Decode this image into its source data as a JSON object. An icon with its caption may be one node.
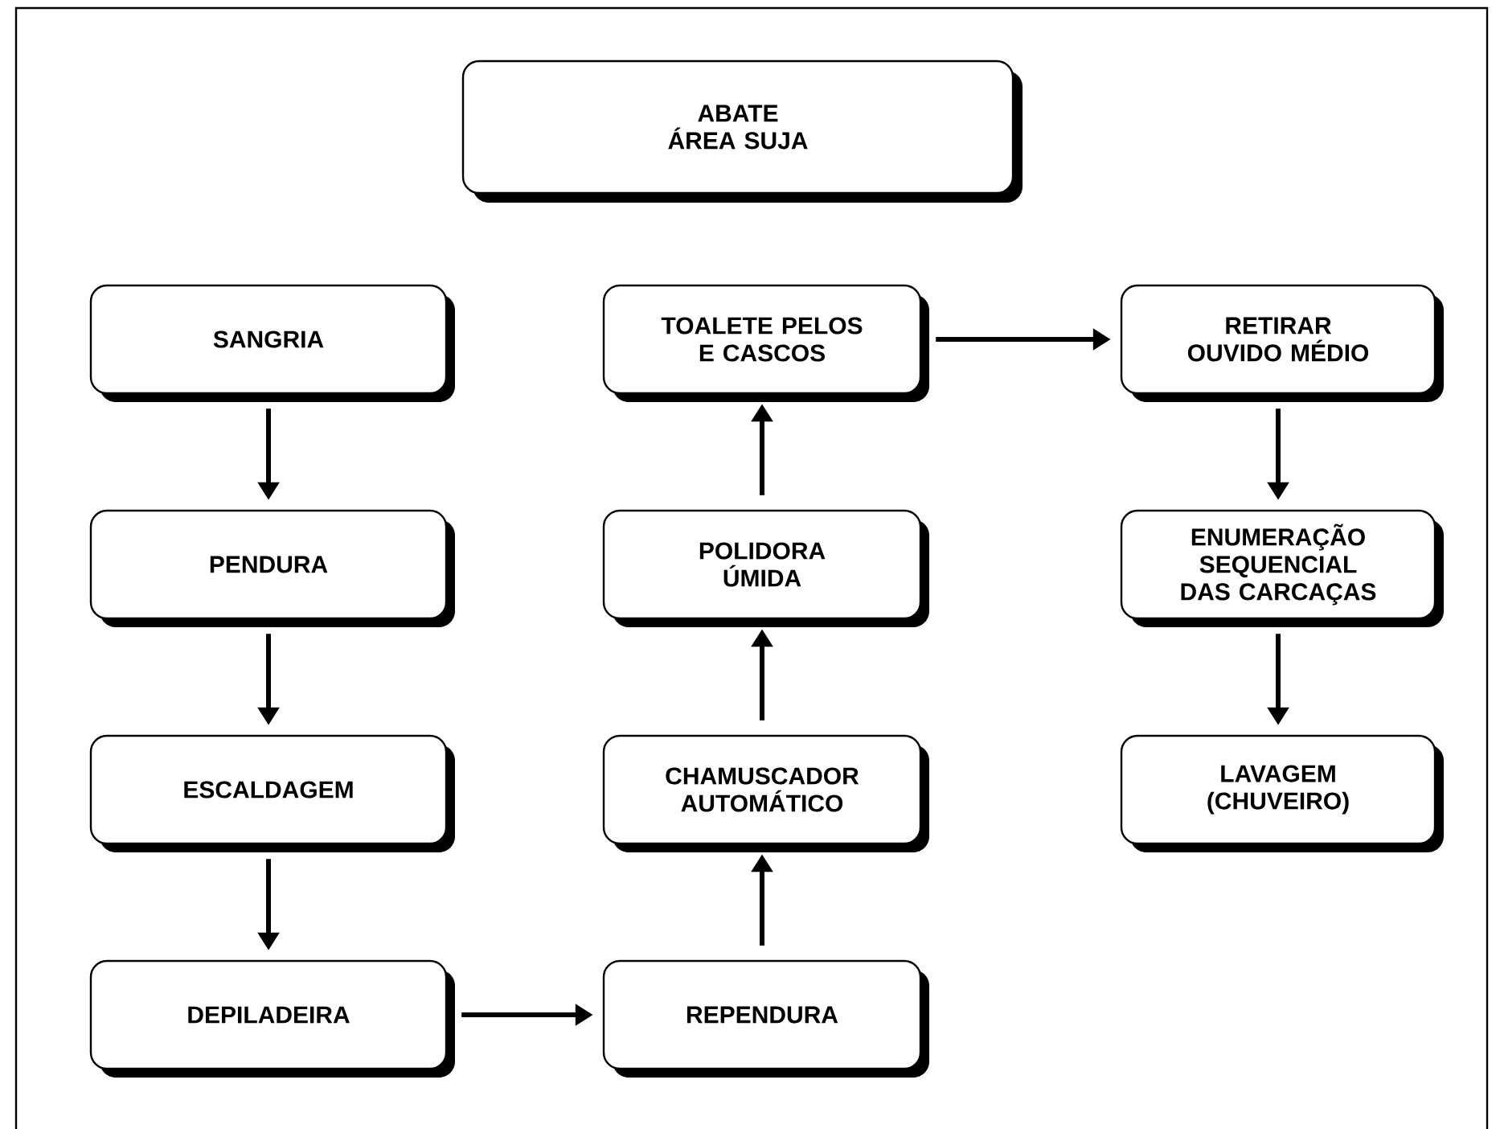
{
  "diagram": {
    "nodes": [
      {
        "text": [
          "ABATE ÁREA SUJA"
        ]
      },
      {
        "text": [
          "SANGRIA"
        ]
      },
      {
        "text": [
          "PENDURA"
        ]
      },
      {
        "text": [
          "ESCALDAGEM"
        ]
      },
      {
        "text": [
          "DEPILADEIRA"
        ]
      },
      {
        "text": [
          "REPENDURA"
        ]
      },
      {
        "text": [
          "CHAMUSCADOR AUTOMÁTICO"
        ]
      },
      {
        "text": [
          "POLIDORA ÚMIDA"
        ]
      },
      {
        "text": [
          "TOALETE PELOS E CASCOS"
        ]
      },
      {
        "text": [
          "RETIRAR OUVIDO MÉDIO"
        ]
      },
      {
        "text": [
          "ENUMERAÇÃO SEQUENCIAL DAS CARCAÇAS"
        ]
      },
      {
        "text": [
          "LAVAGEM (CHUVEIRO)"
        ]
      }
    ],
    "edges": [
      {
        "from": 1,
        "to": 2,
        "arrow": "to"
      },
      {
        "from": 2,
        "to": 3,
        "arrow": "to"
      },
      {
        "from": 3,
        "to": 4,
        "arrow": "to"
      },
      {
        "from": 4,
        "to": 5,
        "arrow": "to"
      },
      {
        "from": 5,
        "to": 6,
        "arrow": "to"
      },
      {
        "from": 6,
        "to": 7,
        "arrow": "to"
      },
      {
        "from": 7,
        "to": 8,
        "arrow": "to"
      },
      {
        "from": 8,
        "to": 9,
        "arrow": "to"
      },
      {
        "from": 9,
        "to": 10,
        "arrow": "to"
      },
      {
        "from": 10,
        "to": 11,
        "arrow": "to"
      }
    ]
  }
}
